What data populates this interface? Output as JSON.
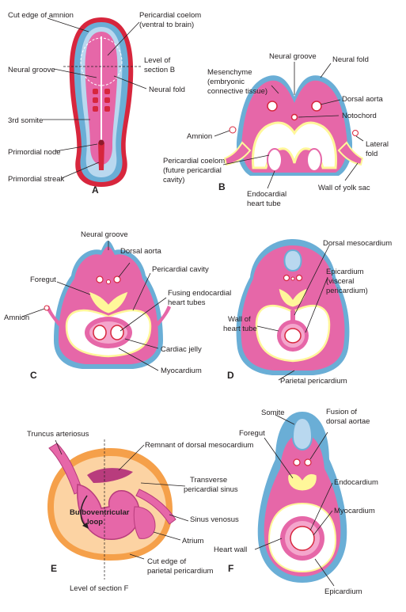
{
  "colors": {
    "pink": "#e667a8",
    "pink_light": "#f4a6cc",
    "blue": "#6aaed6",
    "blue_light": "#b9d8ef",
    "red": "#d7263d",
    "yellow": "#fff79a",
    "orange": "#f5a04a",
    "white": "#ffffff"
  },
  "panels": {
    "A": {
      "letter": "A",
      "labels": {
        "cut_edge_amnion": "Cut edge of amnion",
        "pericardial_coelom_1": "Pericardial coelom",
        "pericardial_coelom_2": "(ventral to brain)",
        "level_1": "Level of",
        "level_2": "section B",
        "neural_groove": "Neural groove",
        "neural_fold": "Neural fold",
        "third_somite": "3rd somite",
        "primordial_node": "Primordial node",
        "primordial_streak": "Primordial streak"
      }
    },
    "B": {
      "letter": "B",
      "labels": {
        "neural_groove": "Neural groove",
        "neural_fold": "Neural fold",
        "mesenchyme_1": "Mesenchyme",
        "mesenchyme_2": "(embryonic",
        "mesenchyme_3": "connective tissue)",
        "dorsal_aorta": "Dorsal aorta",
        "notochord": "Notochord",
        "amnion": "Amnion",
        "lateral_fold_1": "Lateral",
        "lateral_fold_2": "fold",
        "pericardial_coelom_1": "Pericardial coelom",
        "pericardial_coelom_2": "(future pericardial",
        "pericardial_coelom_3": "cavity)",
        "endocardial_1": "Endocardial",
        "endocardial_2": "heart tube",
        "wall_yolk_sac": "Wall of yolk sac"
      }
    },
    "C": {
      "letter": "C",
      "labels": {
        "neural_groove": "Neural groove",
        "dorsal_aorta": "Dorsal aorta",
        "foregut": "Foregut",
        "pericardial_cavity": "Pericardial cavity",
        "fusing_1": "Fusing endocardial",
        "fusing_2": "heart tubes",
        "amnion": "Amnion",
        "cardiac_jelly": "Cardiac jelly",
        "myocardium": "Myocardium"
      }
    },
    "D": {
      "letter": "D",
      "labels": {
        "dorsal_mesocardium": "Dorsal mesocardium",
        "epicardium_1": "Epicardium",
        "epicardium_2": "(visceral",
        "epicardium_3": "pericardium)",
        "wall_heart_1": "Wall of",
        "wall_heart_2": "heart tube",
        "parietal_pericardium": "Parietal pericardium"
      }
    },
    "E": {
      "letter": "E",
      "labels": {
        "truncus": "Truncus arteriosus",
        "remnant": "Remnant of dorsal mesocardium",
        "transverse_1": "Transverse",
        "transverse_2": "pericardial sinus",
        "bulbo_1": "Bulboventricular",
        "bulbo_2": "loop",
        "sinus_venosus": "Sinus venosus",
        "atrium": "Atrium",
        "cut_edge_1": "Cut edge of",
        "cut_edge_2": "parietal pericardium",
        "level_f": "Level of section F"
      }
    },
    "F": {
      "letter": "F",
      "labels": {
        "somite": "Somite",
        "fusion_1": "Fusion of",
        "fusion_2": "dorsal aortae",
        "foregut": "Foregut",
        "endocardium": "Endocardium",
        "myocardium": "Myocardium",
        "heart_wall": "Heart wall",
        "epicardium": "Epicardium"
      }
    }
  }
}
